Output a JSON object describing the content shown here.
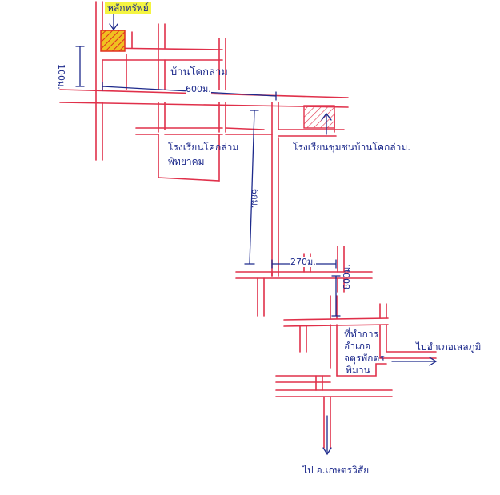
{
  "map": {
    "labels": {
      "my_house": "หลักทรัพย์",
      "village": "บ้านโคกล่าม",
      "school_1_line1": "โรงเรียนโคกล่าม",
      "school_1_line2": "พิทยาคม",
      "school_2": "โรงเรียนชุมชนบ้านโคกล่าม.",
      "office_line1": "ที่ทำการ",
      "office_line2": "อำเภอ",
      "office_line3": "จตุรพักตร",
      "office_line4": "พิมาน",
      "to_east": "ไปอำเภอเสลภูมิ",
      "to_south": "ไป อ.เกษตรวิสัย"
    },
    "distances": {
      "d100": "100ม.",
      "d600": "600ม.",
      "d6km": "6กม.",
      "d270": "270ม.",
      "d800": "800ม."
    },
    "colors": {
      "road": "#e0304a",
      "ink": "#1d2a8c",
      "highlight": "#f4f442",
      "property_fill": "#f0c020"
    }
  }
}
